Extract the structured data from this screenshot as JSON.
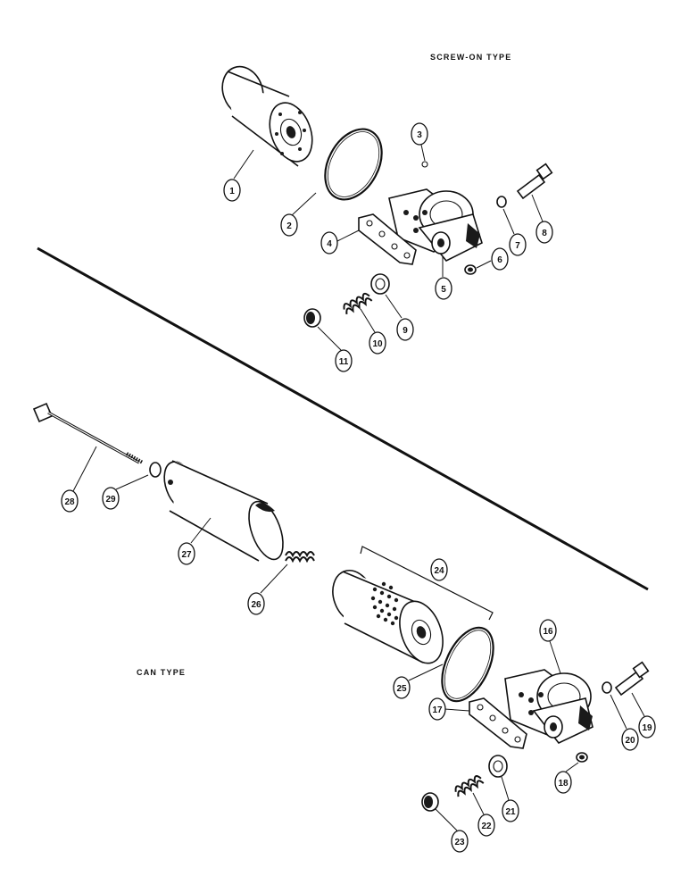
{
  "labels": {
    "screw_on_type": "SCREW-ON TYPE",
    "can_type": "CAN TYPE"
  },
  "callouts": [
    "1",
    "2",
    "3",
    "4",
    "5",
    "6",
    "7",
    "8",
    "9",
    "10",
    "11",
    "16",
    "17",
    "18",
    "19",
    "20",
    "21",
    "22",
    "23",
    "24",
    "25",
    "26",
    "27",
    "28",
    "29"
  ],
  "colors": {
    "ink": "#111111",
    "background": "#ffffff"
  }
}
